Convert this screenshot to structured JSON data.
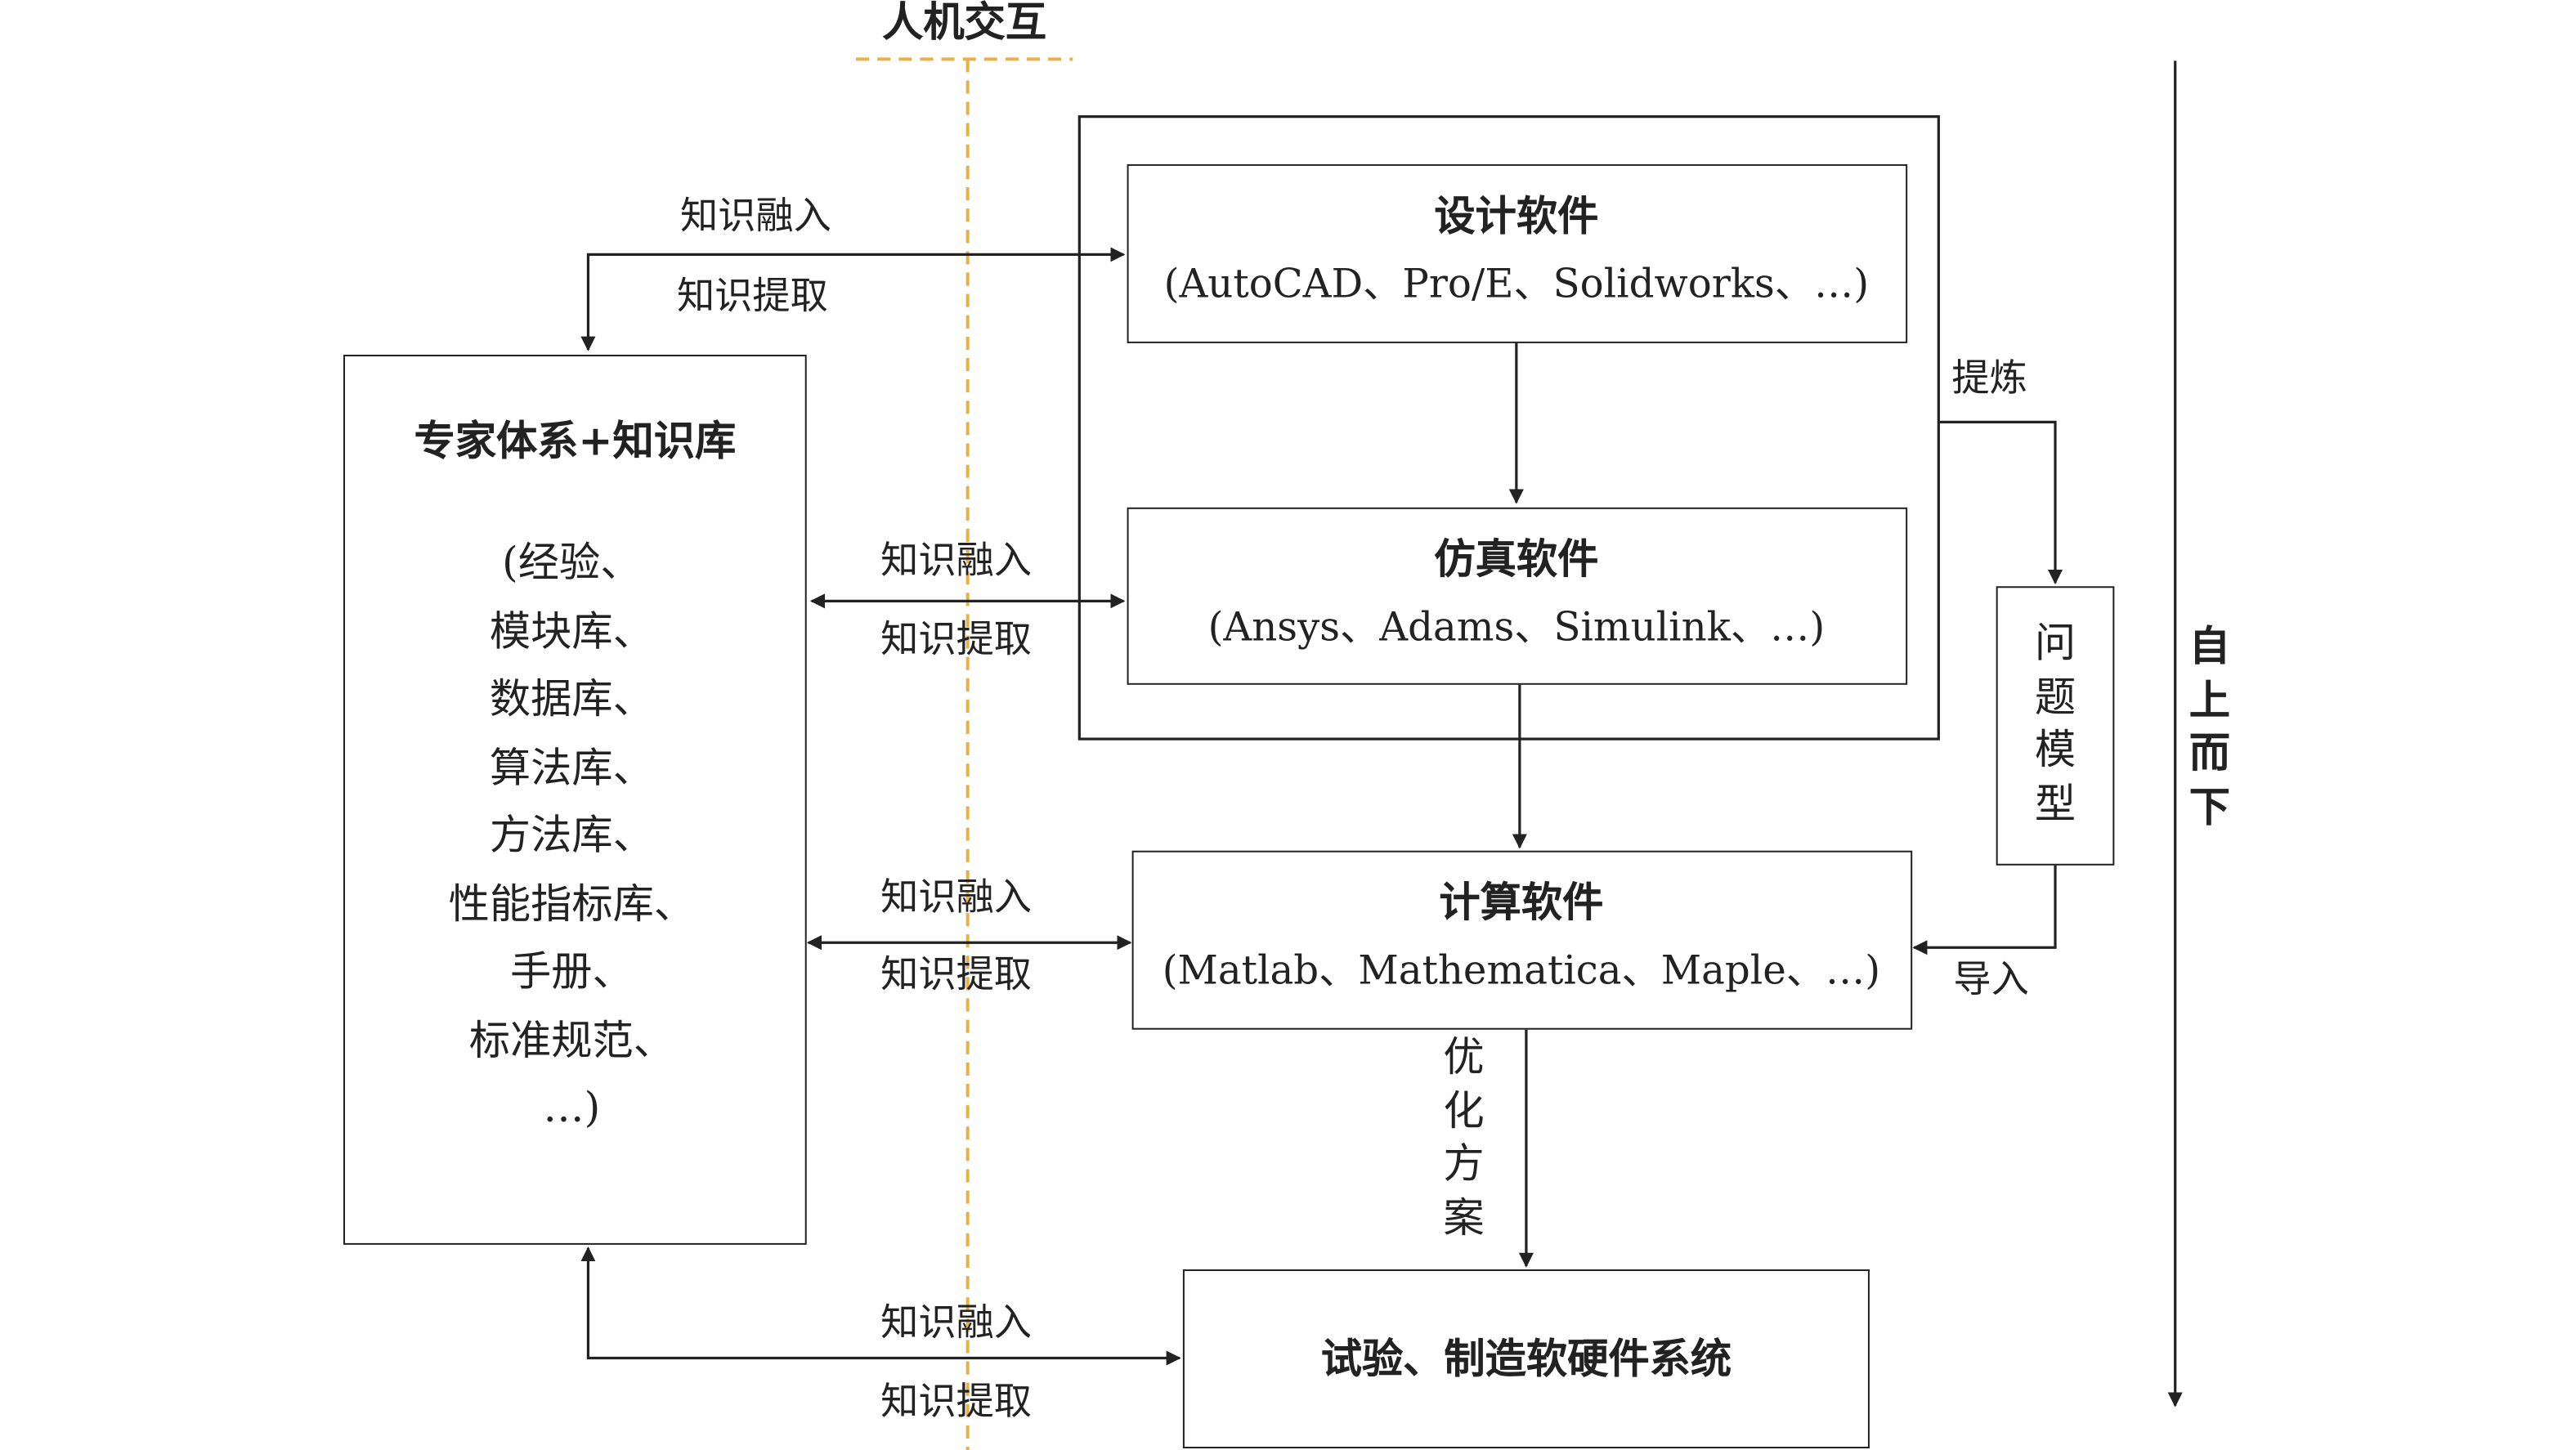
{
  "header": {
    "title": "人机交互"
  },
  "direction": {
    "label": "自上而下",
    "chars": [
      "自",
      "上",
      "而",
      "下"
    ]
  },
  "expert_box": {
    "title": "专家体系+知识库",
    "items": [
      "(经验、",
      "模块库、",
      "数据库、",
      "算法库、",
      "方法库、",
      "性能指标库、",
      "手册、",
      "标准规范、",
      "…)"
    ]
  },
  "design_box": {
    "title": "设计软件",
    "subtitle": "(AutoCAD、Pro/E、Solidworks、…)"
  },
  "simulation_box": {
    "title": "仿真软件",
    "subtitle": "(Ansys、Adams、Simulink、…)"
  },
  "compute_box": {
    "title": "计算软件",
    "subtitle": "(Matlab、Mathematica、Maple、…)"
  },
  "test_box": {
    "title": "试验、制造软硬件系统"
  },
  "problem_model": {
    "label": "问题模型",
    "chars": [
      "问",
      "题",
      "模",
      "型"
    ]
  },
  "optimize": {
    "label": "优化方案",
    "chars": [
      "优",
      "化",
      "方",
      "案"
    ]
  },
  "edges": {
    "refine": "提炼",
    "import": "导入",
    "design_in": "知识融入",
    "design_out": "知识提取",
    "sim_in": "知识融入",
    "sim_out": "知识提取",
    "compute_in": "知识融入",
    "compute_out": "知识提取",
    "test_in": "知识融入",
    "test_out": "知识提取"
  },
  "colors": {
    "line": "#222222",
    "dash": "#E8B04B"
  }
}
